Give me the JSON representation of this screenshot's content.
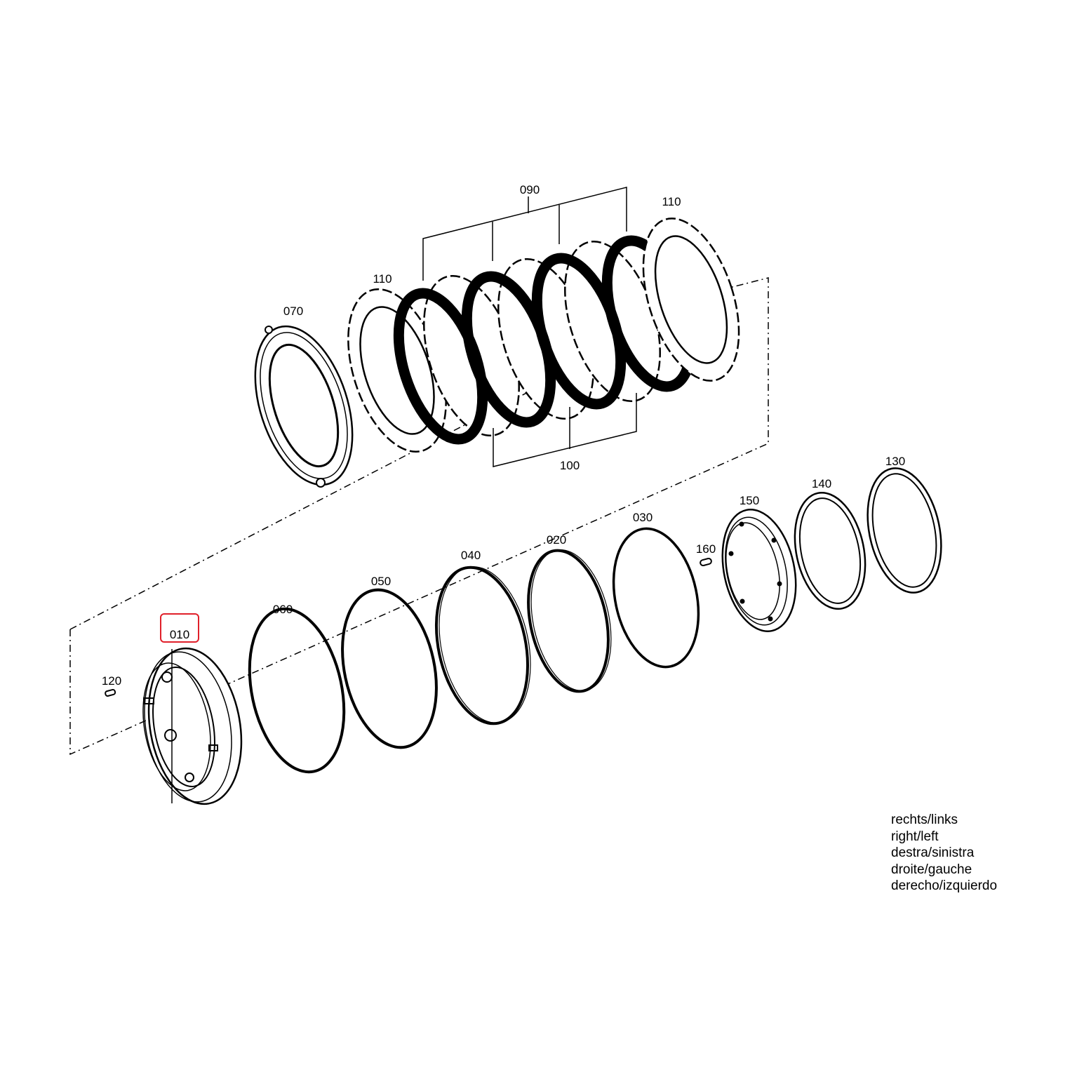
{
  "diagram": {
    "highlight_color": "#e0202a",
    "ink_color": "#000000",
    "selected_part": "010",
    "labels": {
      "p090": "090",
      "p110_left": "110",
      "p110_right": "110",
      "p070": "070",
      "p100": "100",
      "p130": "130",
      "p140": "140",
      "p150": "150",
      "p160": "160",
      "p030": "030",
      "p020": "020",
      "p040": "040",
      "p050": "050",
      "p060": "060",
      "p010": "010",
      "p120": "120"
    },
    "legend": [
      "rechts/links",
      "right/left",
      "destra/sinistra",
      "droite/gauche",
      "derecho/izquierdo"
    ]
  }
}
